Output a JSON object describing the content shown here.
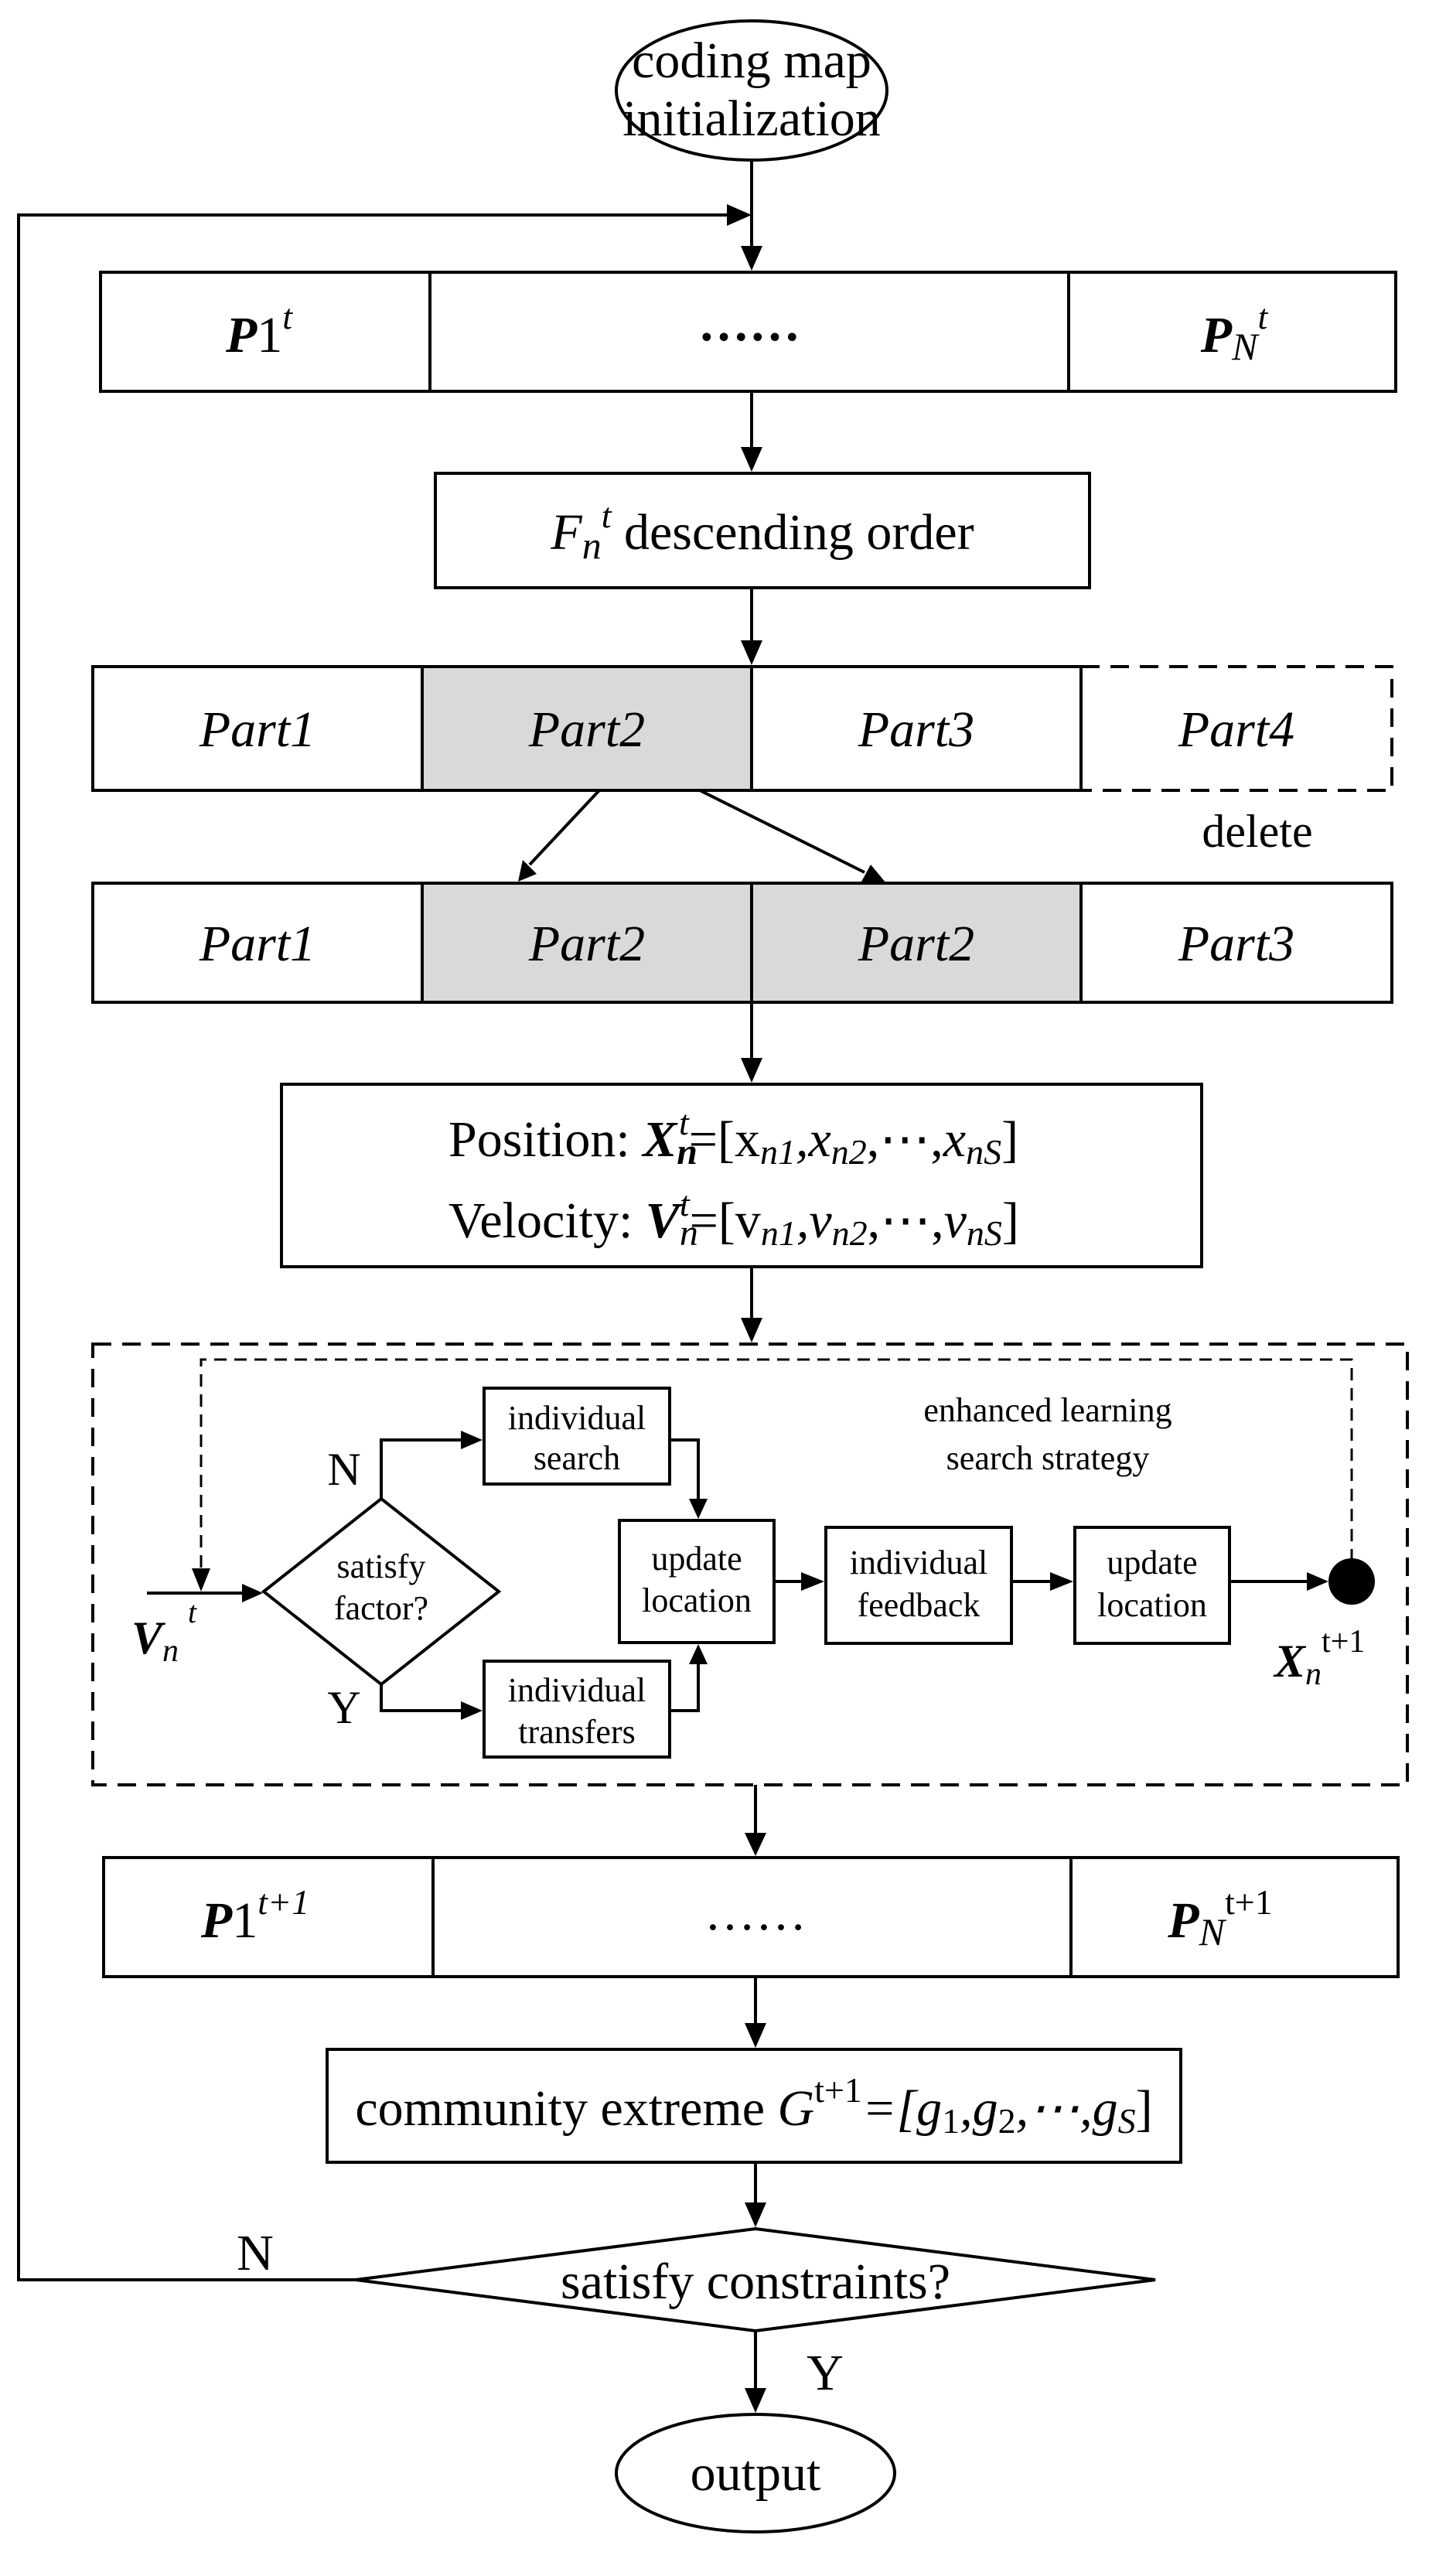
{
  "start": [
    "coding map",
    "initialization"
  ],
  "pop_t": {
    "left_sym": "P",
    "left_sub": "1",
    "left_sup": "t",
    "middle": "……",
    "right_sym": "P",
    "right_sub": "N",
    "right_sup": "t"
  },
  "sort": {
    "sym": "F",
    "sub": "n",
    "sup": "t",
    "text": " descending order"
  },
  "parts_before": [
    "Part1",
    "Part2",
    "Part3",
    "Part4"
  ],
  "delete_label": "delete",
  "parts_after": [
    "Part1",
    "Part2",
    "Part2",
    "Part3"
  ],
  "state": {
    "position_label": "Position: ",
    "velocity_label": "Velocity: ",
    "x_sym": "X",
    "v_sym": "V",
    "n": "n",
    "t": "t",
    "x_vec": "=[x",
    "v_vec": "=[v",
    "sub_1": "n1",
    "sub_2": "n2",
    "sub_S": "nS",
    "x2": ",x",
    "v2": ",v",
    "dots": ",⋯,",
    "x3": "x",
    "v3": "v",
    "close": "]"
  },
  "strategy": {
    "title": [
      "enhanced learning",
      "search strategy"
    ],
    "input_sym": "V",
    "input_sub": "n",
    "input_sup": "t",
    "decision": [
      "satisfy",
      "factor?"
    ],
    "no": "N",
    "yes": "Y",
    "search": [
      "individual",
      "search"
    ],
    "transfers": [
      "individual",
      "transfers"
    ],
    "update1": [
      "update",
      "location"
    ],
    "feedback": [
      "individual",
      "feedback"
    ],
    "update2": [
      "update",
      "location"
    ],
    "output_sym": "X",
    "output_sub": "n",
    "output_sup": "t+1"
  },
  "pop_t1": {
    "left_sym": "P",
    "left_sub": "1",
    "left_sup": "t+1",
    "middle": "……",
    "right_sym": "P",
    "right_sub": "N",
    "right_sup": "t+1"
  },
  "extreme": {
    "text": "community extreme ",
    "sym": "G",
    "sup": "t+1",
    "open": "=[g",
    "s1": "1",
    "c2": ",g",
    "s2": "2",
    "dots": ",⋯,g",
    "sS": "S",
    "close": "]"
  },
  "final_decision": "satisfy constraints?",
  "loop_no": "N",
  "final_yes": "Y",
  "end": "output"
}
